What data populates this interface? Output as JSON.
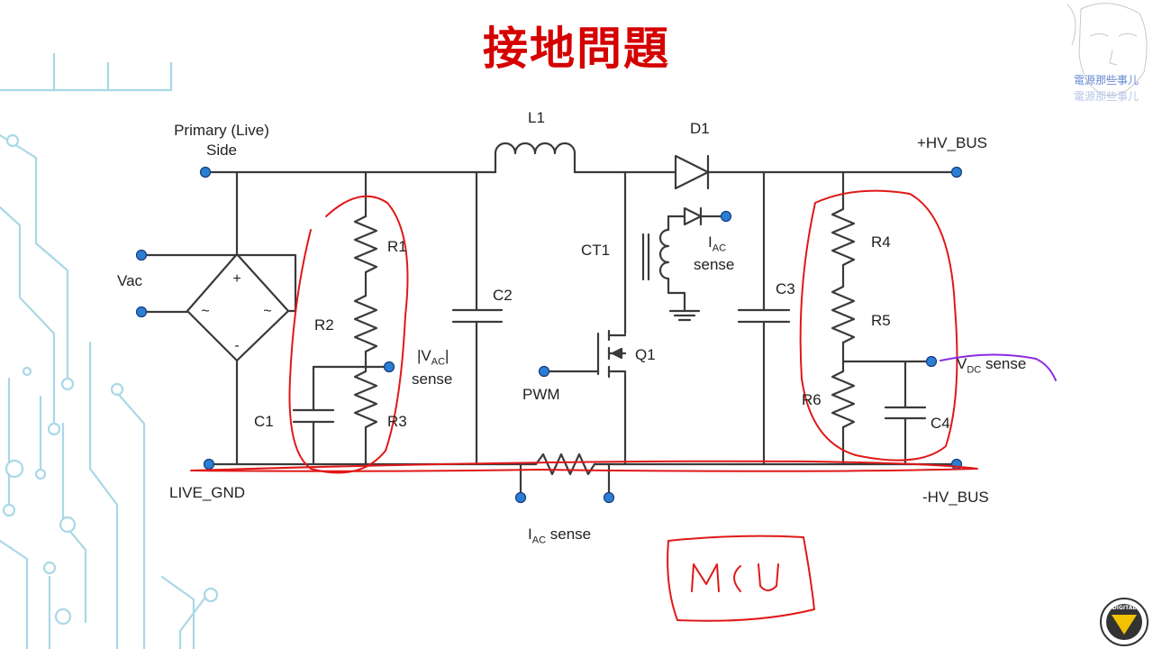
{
  "slide": {
    "title": "接地問題",
    "watermark_channel": "電源那些事儿",
    "badge_text": "DIGITAL",
    "accent_color": "#d50000",
    "trace_color": "#9fd4e2"
  },
  "labels": {
    "primary_side": "Primary (Live)",
    "primary_side_2": "Side",
    "vac": "Vac",
    "live_gnd": "LIVE_GND",
    "l1": "L1",
    "d1": "D1",
    "hv_bus_pos": "+HV_BUS",
    "hv_bus_neg": "-HV_BUS",
    "r1": "R1",
    "r2": "R2",
    "r3": "R3",
    "r4": "R4",
    "r5": "R5",
    "r6": "R6",
    "c1": "C1",
    "c2": "C2",
    "c3": "C3",
    "c4": "C4",
    "ct1": "CT1",
    "q1": "Q1",
    "pwm": "PWM",
    "vac_sense_a": "|V",
    "vac_sense_sub": "AC",
    "vac_sense_b": "|",
    "vac_sense_c": "sense",
    "iac_sense_top_a": "I",
    "iac_sense_top_sub": "AC",
    "iac_sense_top_c": "sense",
    "vdc_sense_a": "V",
    "vdc_sense_sub": "DC",
    "vdc_sense_b": " sense",
    "iac_sense_bot_a": "I",
    "iac_sense_bot_sub": "AC",
    "iac_sense_bot_b": " sense",
    "bridge_plus": "+",
    "bridge_minus": "-",
    "bridge_ac_left": "~",
    "bridge_ac_right": "~"
  },
  "annotation": {
    "handwritten_text": "MCU",
    "ink_color": "#e01818",
    "purple_ink": "#8a2be2"
  }
}
